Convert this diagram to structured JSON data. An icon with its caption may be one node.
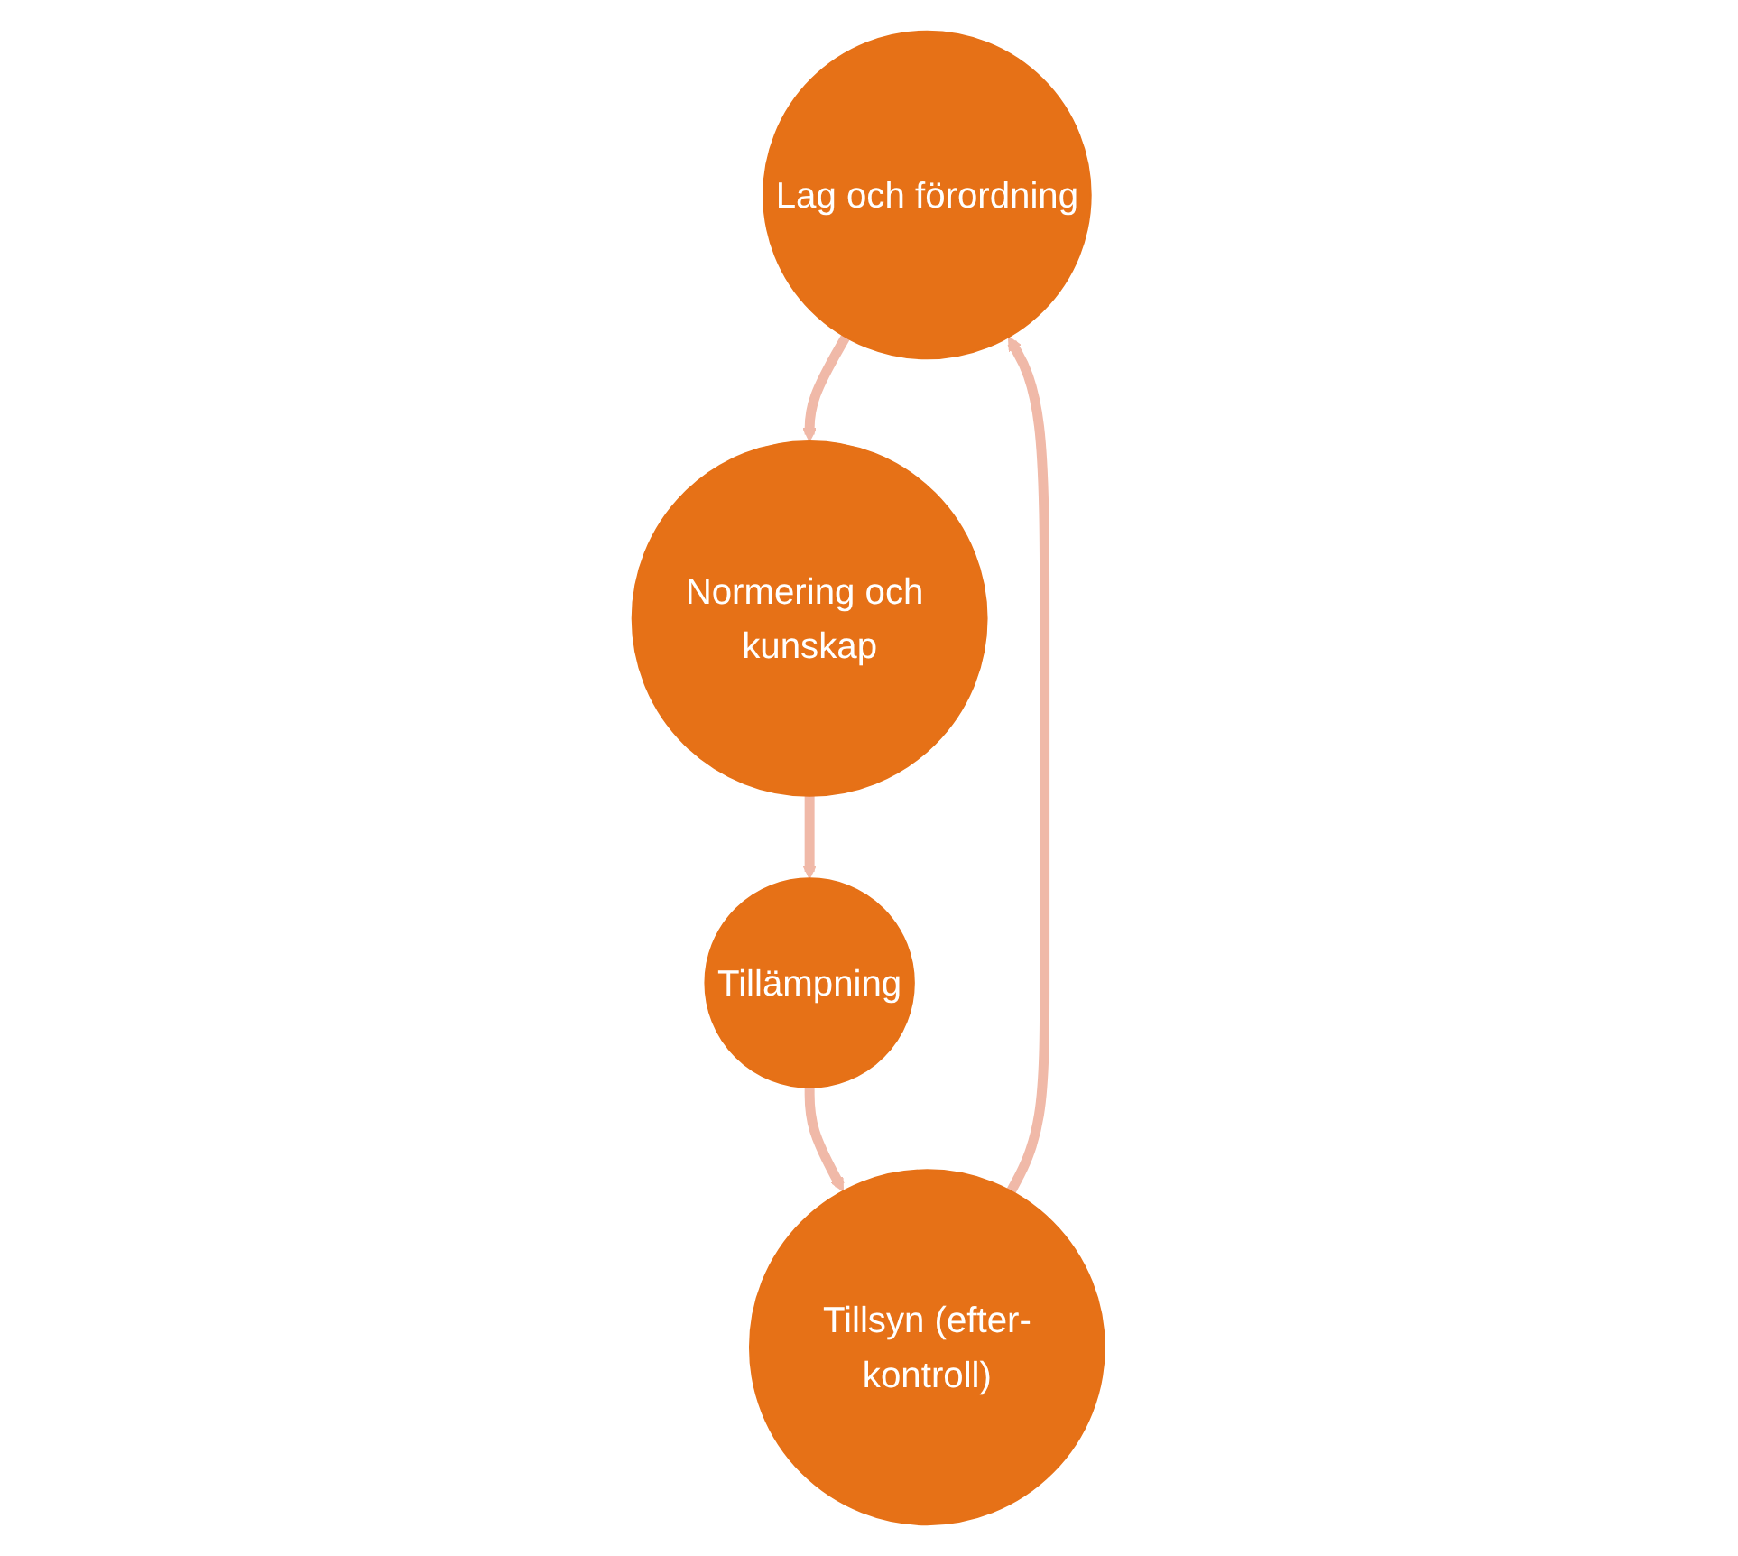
{
  "diagram": {
    "nodes": [
      {
        "text": [
          "Lag och förordning"
        ]
      },
      {
        "text": [
          "Normering och kunskap"
        ]
      },
      {
        "text": [
          "Tillämpning"
        ]
      },
      {
        "text": [
          "Tillsyn (efter-kontroll)"
        ]
      }
    ],
    "edges": [
      {
        "from": 0,
        "to": 1,
        "arrow": "to"
      },
      {
        "from": 1,
        "to": 2,
        "arrow": "to"
      },
      {
        "from": 2,
        "to": 3,
        "arrow": "to"
      },
      {
        "from": 3,
        "to": 0,
        "arrow": "to"
      }
    ]
  }
}
